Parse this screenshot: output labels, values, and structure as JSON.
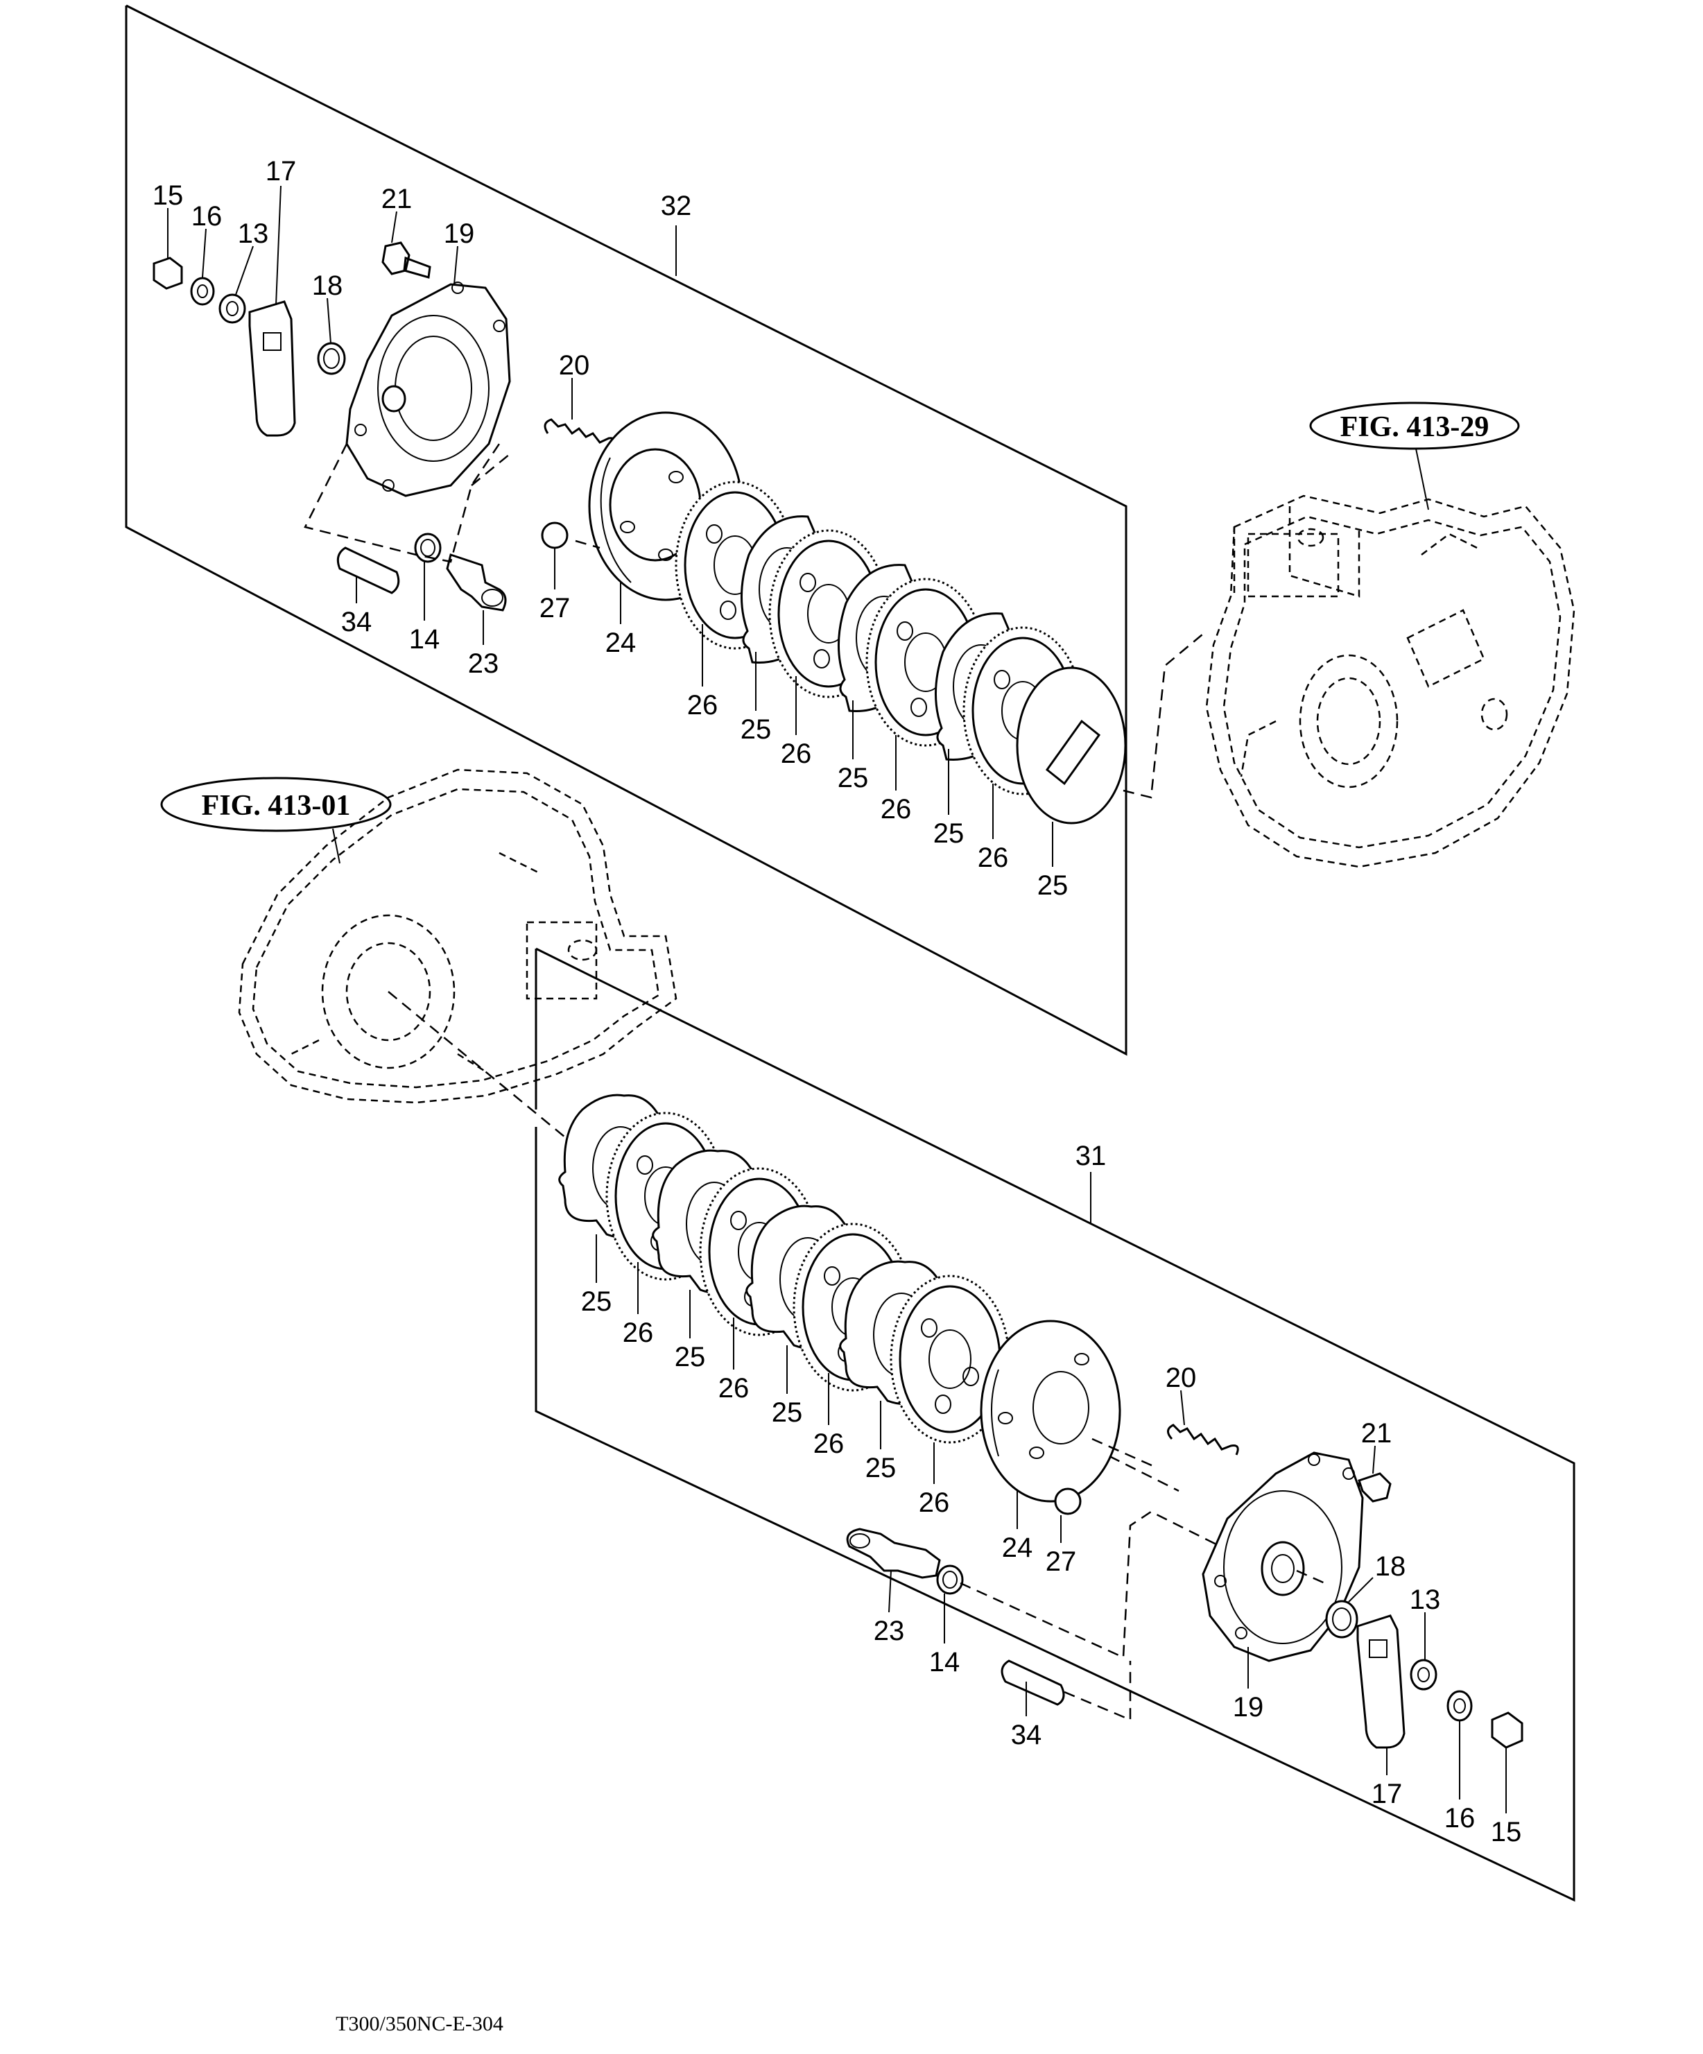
{
  "assemblies": {
    "upper": "32",
    "lower": "31"
  },
  "figure_refs": {
    "right": "FIG. 413-29",
    "left": "FIG. 413-01"
  },
  "upper_labels": {
    "p15": "15",
    "p16": "16",
    "p13": "13",
    "p17": "17",
    "p21": "21",
    "p19": "19",
    "p18": "18",
    "p20": "20",
    "p34": "34",
    "p14": "14",
    "p23": "23",
    "p27": "27",
    "p24": "24",
    "p26a": "26",
    "p25a": "25",
    "p26b": "26",
    "p25b": "25",
    "p26c": "26",
    "p25c": "25",
    "p26d": "26",
    "p25d": "25"
  },
  "lower_labels": {
    "p25a": "25",
    "p26a": "26",
    "p25b": "25",
    "p26b": "26",
    "p25c": "25",
    "p26c": "26",
    "p25d": "25",
    "p26d": "26",
    "p20": "20",
    "p21": "21",
    "p24": "24",
    "p27": "27",
    "p18": "18",
    "p13": "13",
    "p23": "23",
    "p14": "14",
    "p19": "19",
    "p34": "34",
    "p17": "17",
    "p16": "16",
    "p15": "15"
  },
  "drawing_code": "T300/350NC-E-304"
}
